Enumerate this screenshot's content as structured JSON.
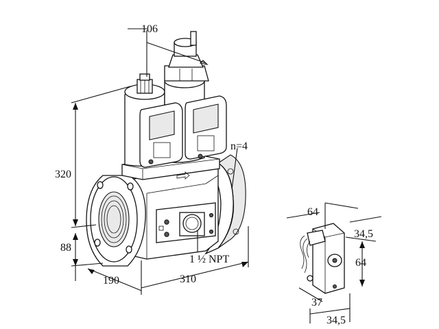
{
  "dimensions": {
    "top_offset": "106",
    "height_total": "320",
    "height_lower": "88",
    "width_depth": "190",
    "width_length": "310",
    "thread": "1 ½ NPT",
    "bolt_count": "n=4"
  },
  "connector": {
    "width": "64",
    "pin_offset_top": "34,5",
    "height": "64",
    "depth": "37",
    "pin_offset_bottom": "34,5"
  }
}
